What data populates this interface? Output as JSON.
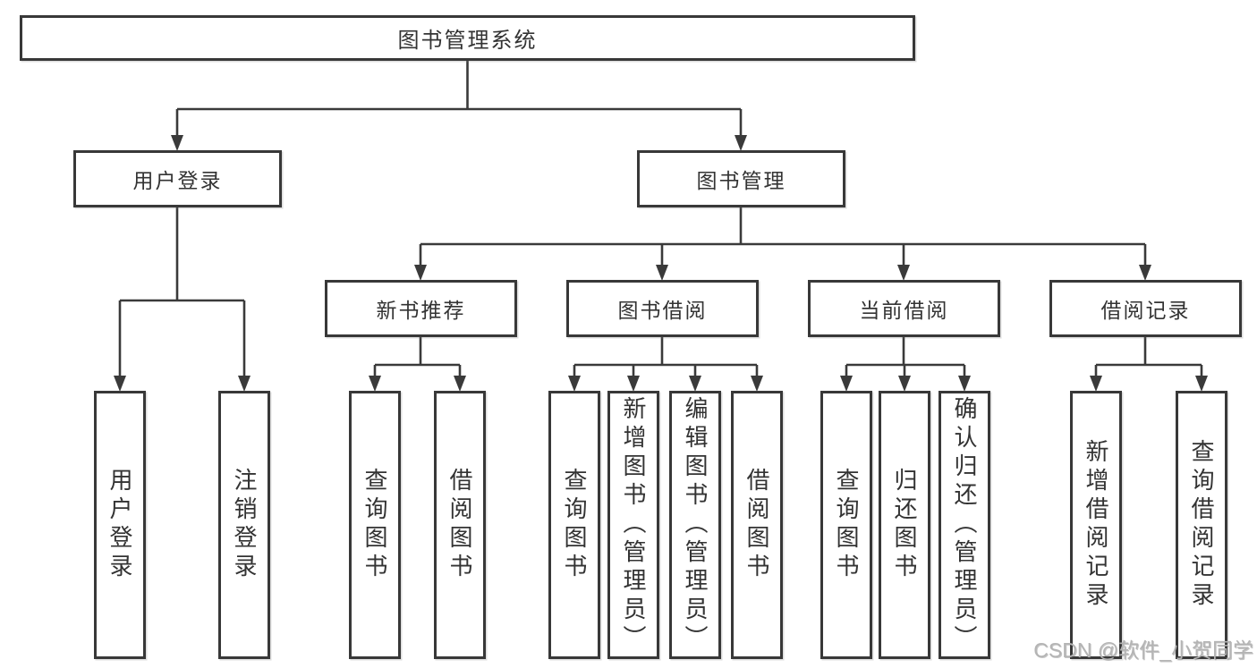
{
  "diagram": {
    "line_color": "#3a3a3a",
    "root": {
      "label": "图书管理系统",
      "children": [
        {
          "label": "用户登录",
          "children": [
            {
              "label": "用户登录"
            },
            {
              "label": "注销登录"
            }
          ]
        },
        {
          "label": "图书管理",
          "children": [
            {
              "label": "新书推荐",
              "children": [
                {
                  "label": "查询图书"
                },
                {
                  "label": "借阅图书"
                }
              ]
            },
            {
              "label": "图书借阅",
              "children": [
                {
                  "label": "查询图书"
                },
                {
                  "label": "新增图书（管理员）"
                },
                {
                  "label": "编辑图书（管理员）"
                },
                {
                  "label": "借阅图书"
                }
              ]
            },
            {
              "label": "当前借阅",
              "children": [
                {
                  "label": "查询图书"
                },
                {
                  "label": "归还图书"
                },
                {
                  "label": "确认归还（管理员）"
                }
              ]
            },
            {
              "label": "借阅记录",
              "children": [
                {
                  "label": "新增借阅记录"
                },
                {
                  "label": "查询借阅记录"
                }
              ]
            }
          ]
        }
      ]
    }
  },
  "watermark": {
    "text": "CSDN @软件_小贺同学",
    "color": "#b4b4b4"
  }
}
